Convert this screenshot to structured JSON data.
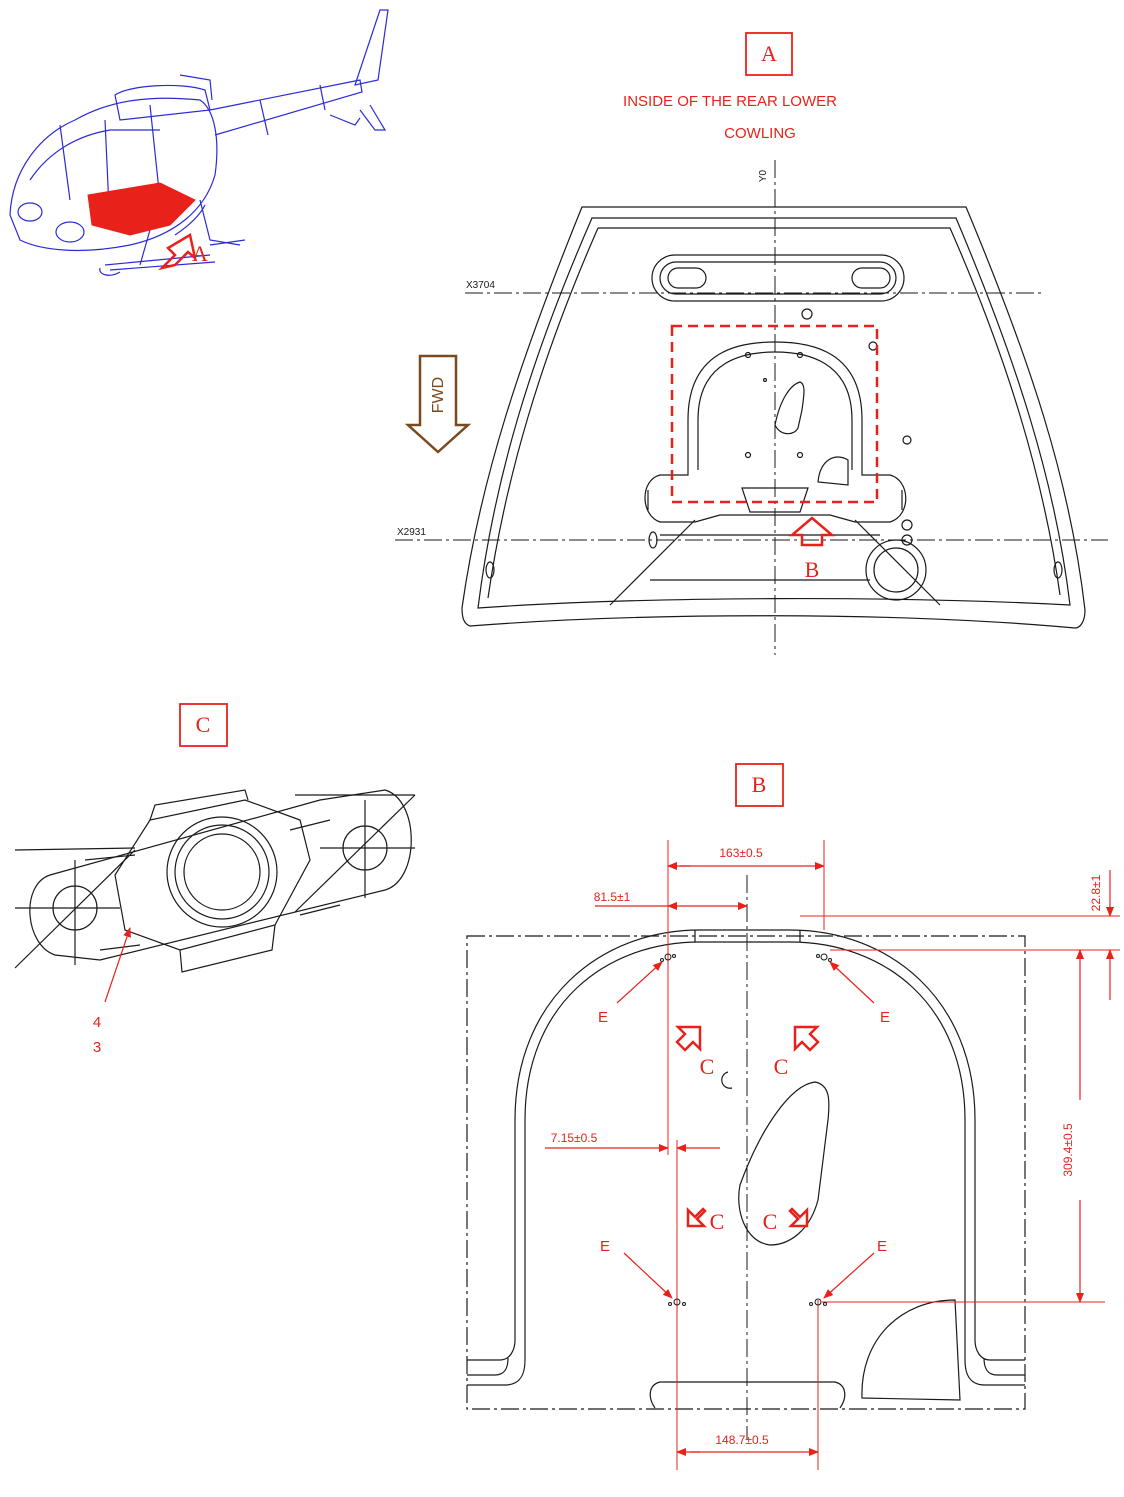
{
  "view_a": {
    "label": "A",
    "caption_line1": "INSIDE OF THE REAR LOWER",
    "caption_line2": "COWLING",
    "axis_y": "Y0",
    "station_upper": "X3704",
    "station_lower": "X2931",
    "fwd_label": "FWD",
    "detail_arrow_label": "B"
  },
  "helicopter": {
    "arrow_label": "A"
  },
  "view_c": {
    "label": "C",
    "callout_top": "4",
    "callout_bottom": "3"
  },
  "view_b": {
    "label": "B",
    "dim_top_span": "163±0.5",
    "dim_half_span": "81.5±1",
    "dim_offset": "7.15±0.5",
    "dim_bottom_span": "148.7±0.5",
    "dim_vertical_small": "22.8±1",
    "dim_vertical_large": "309.4±0.5",
    "marker_e": "E",
    "marker_c": "C"
  },
  "colors": {
    "red": "#e8221b",
    "line": "#1a1a1a",
    "helicopter": "#2b2bd6",
    "fwd_brown": "#7a4a1e"
  }
}
